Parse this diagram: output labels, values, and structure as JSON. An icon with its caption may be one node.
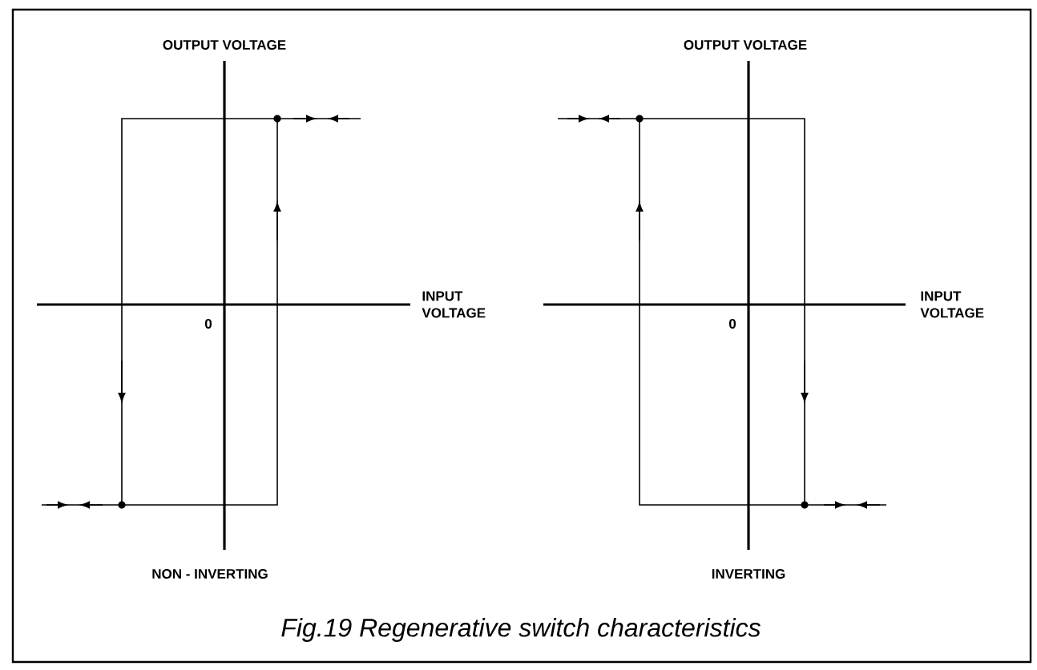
{
  "diagram": {
    "caption": "Fig.19    Regenerative switch characteristics",
    "labels": [
      "OUTPUT VOLTAGE",
      "OUTPUT VOLTAGE",
      "INPUT VOLTAGE",
      "INPUT VOLTAGE",
      "0",
      "0",
      "NON - INVERTING",
      "INVERTING"
    ]
  }
}
